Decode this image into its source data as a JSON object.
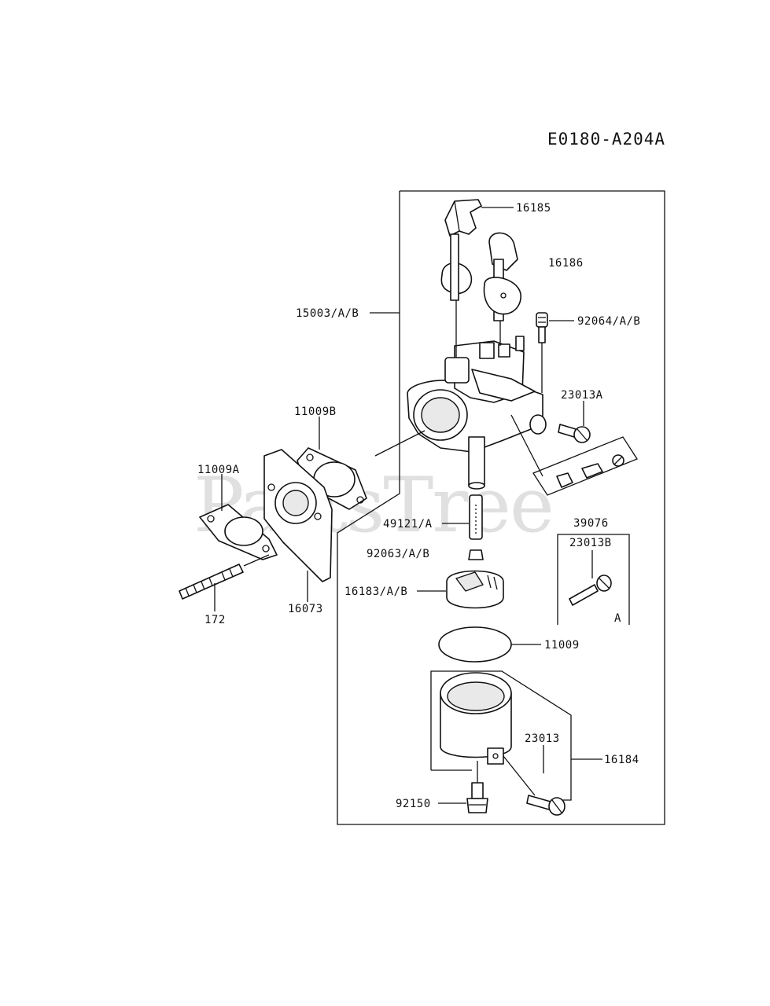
{
  "diagram_code": "E0180-A204A",
  "watermark": "PartsTree",
  "part_labels": {
    "p16185": "16185",
    "p16186": "16186",
    "p15003": "15003/A/B",
    "p92064": "92064/A/B",
    "p23013A": "23013A",
    "p11009B": "11009B",
    "p11009A": "11009A",
    "p49121": "49121/A",
    "p39076": "39076",
    "p23013B": "23013B",
    "pA": "A",
    "p92063": "92063/A/B",
    "p16183": "16183/A/B",
    "p11009": "11009",
    "p172": "172",
    "p16073": "16073",
    "p23013": "23013",
    "p16184": "16184",
    "p92150": "92150"
  }
}
